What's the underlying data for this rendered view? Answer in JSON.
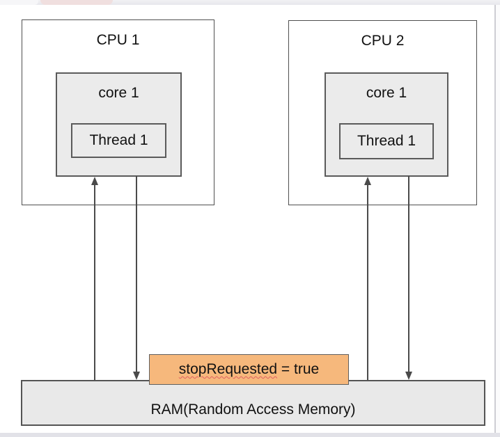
{
  "colors": {
    "box_fill_gray": "#ebebeb",
    "ram_fill_gray": "#e9e9e9",
    "box_border": "#545454",
    "arrow": "#4a4a4a",
    "highlight_fill": "#f6b87c",
    "spellcheck_squiggle": "#e06060",
    "chrome_strip": "#ededf1",
    "chrome_tab_pink": "#f0dfdf"
  },
  "diagram": {
    "cpu1": {
      "title": "CPU 1",
      "core_label": "core 1",
      "thread_label": "Thread 1"
    },
    "cpu2": {
      "title": "CPU 2",
      "core_label": "core 1",
      "thread_label": "Thread 1"
    },
    "ram_label": "RAM(Random Access Memory)",
    "shared_var": {
      "word": "stopRequested",
      "rest": "= true"
    }
  }
}
